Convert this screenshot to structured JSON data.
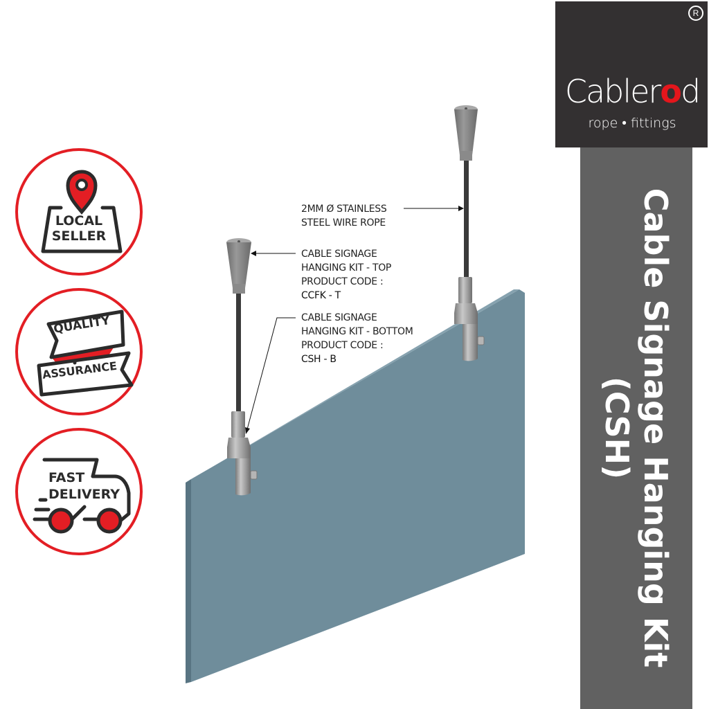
{
  "brand": {
    "name_prefix": "Cabler",
    "name_accent": "o",
    "name_suffix": "d",
    "tagline": "rope • fittings",
    "registered_mark": "R",
    "accent_color": "#e4161c",
    "box_color": "#333031"
  },
  "title_strip": {
    "line1": "Cable Signage Hanging Kit",
    "line2": "(CSH)",
    "color": "#616161"
  },
  "badges": [
    {
      "id": "local-seller",
      "lines": [
        "LOCAL",
        "SELLER"
      ],
      "icon": "map-pin-icon"
    },
    {
      "id": "quality-assurance",
      "lines": [
        "QUALITY",
        "ASSURANCE"
      ],
      "icon": "ribbon-banner-icon"
    },
    {
      "id": "fast-delivery",
      "lines": [
        "FAST",
        "DELIVERY"
      ],
      "icon": "delivery-truck-icon"
    }
  ],
  "callouts": {
    "wire": {
      "line1": "2MM Ø STAINLESS",
      "line2": "STEEL WIRE ROPE"
    },
    "top_kit": {
      "line1": "CABLE SIGNAGE",
      "line2": "HANGING KIT - TOP",
      "line3": "PRODUCT CODE :",
      "code": "CCFK - T"
    },
    "bottom_kit": {
      "line1": "CABLE SIGNAGE",
      "line2": "HANGING KIT - BOTTOM",
      "line3": "PRODUCT CODE :",
      "code": "CSH - B"
    }
  },
  "diagram": {
    "panel_color": "#6f8d9b",
    "panel_edge_color": "#587482",
    "fitting_color": "#9a9a9a",
    "wire_color": "#3a3a3a"
  }
}
